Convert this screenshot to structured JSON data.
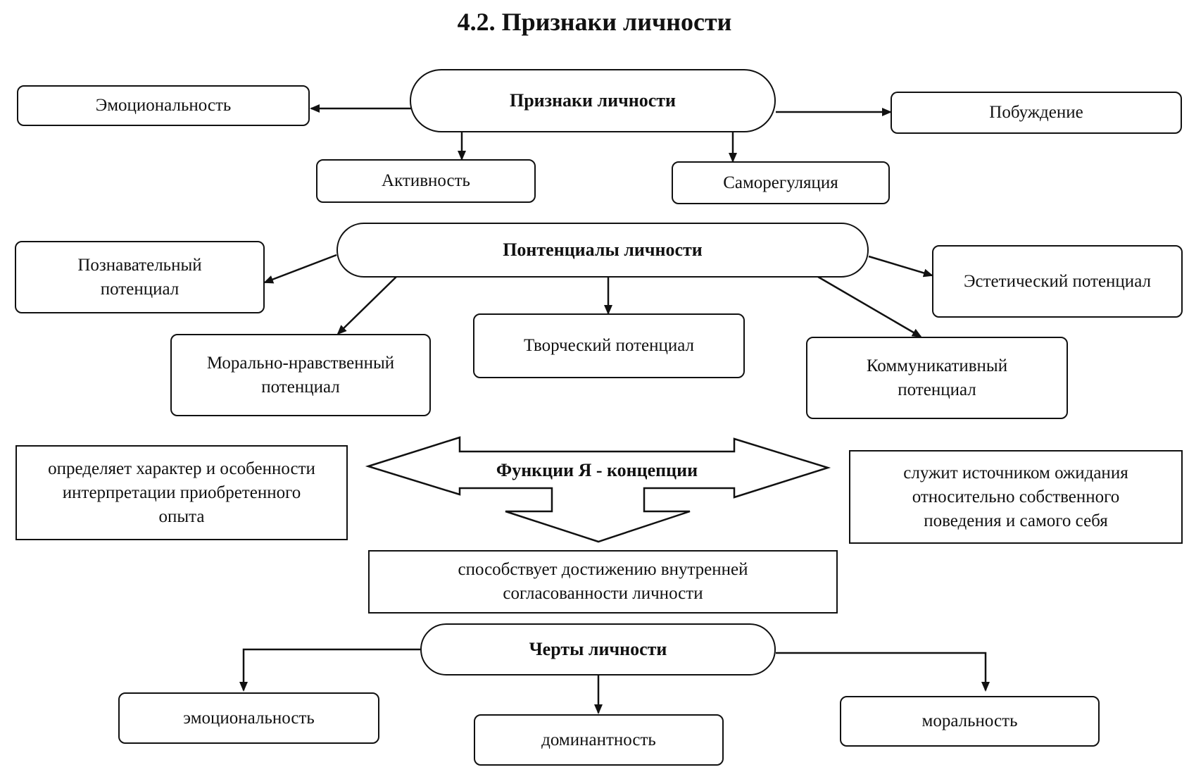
{
  "title": "4.2. Признаки личности",
  "signs": {
    "center": "Признаки личности",
    "emotionality": "Эмоциональность",
    "motivation": "Побуждение",
    "activity": "Активность",
    "self_regulation": "Саморегуляция"
  },
  "potentials": {
    "center": "Понтенциалы личности",
    "cognitive": "Познавательный потенциал",
    "aesthetic": "Эстетический потенциал",
    "moral_ethical": "Морально-нравственный потенциал",
    "creative": "Творческий потенциал",
    "communicative": "Коммуникативный потенциал"
  },
  "self_concept": {
    "center": "Функции Я - концепции",
    "left": "определяет характер и особенности интерпретации приобретенного опыта",
    "right": "служит источником ожидания относительно собственного поведения и самого себя",
    "bottom": "способствует достижению внутренней согласованности личности"
  },
  "traits": {
    "center": "Черты личности",
    "emotionality": "эмоциональность",
    "dominance": "доминантность",
    "morality": "моральность"
  }
}
